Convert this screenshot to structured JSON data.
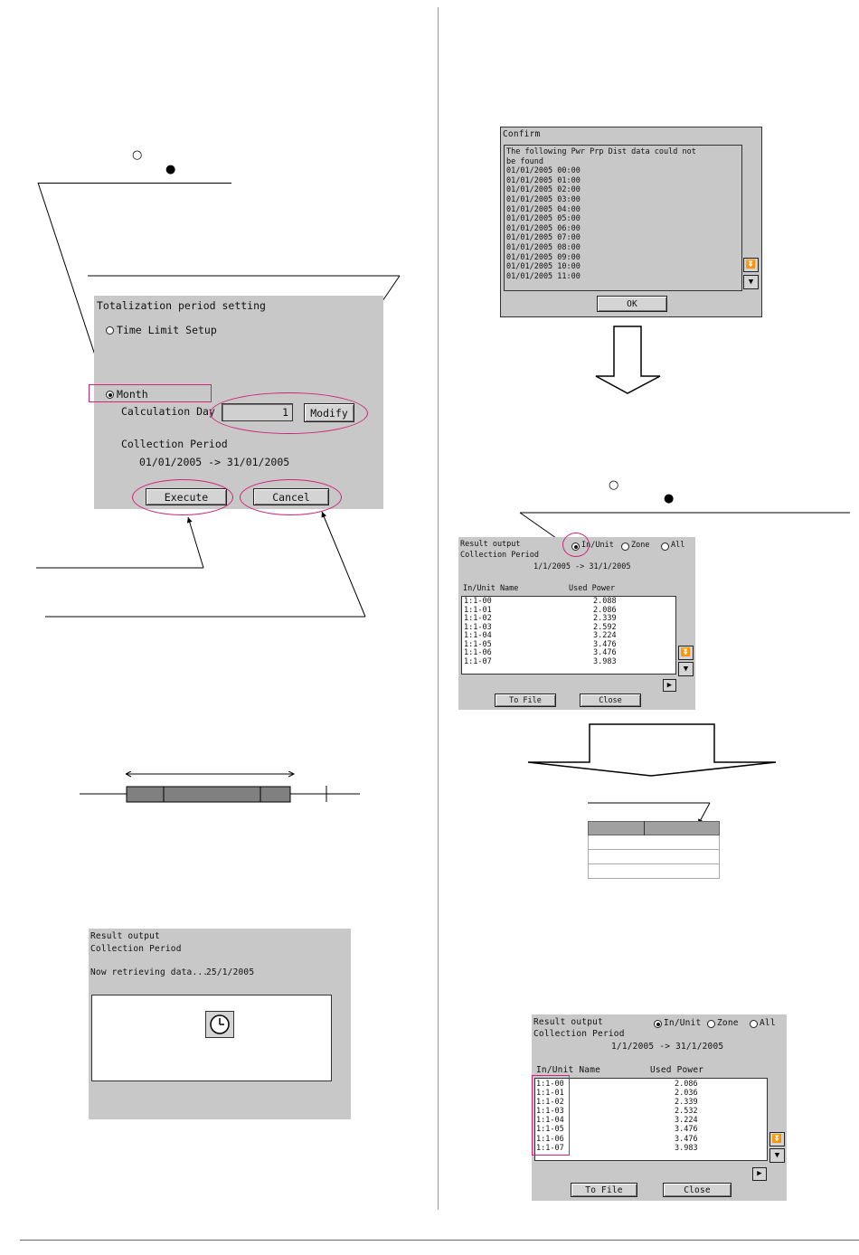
{
  "top_legend": {
    "radio_off": "○",
    "radio_on": "●"
  },
  "totalization": {
    "title": "Totalization period setting",
    "time_limit_label": "Time Limit Setup",
    "month_label": "Month",
    "calc_day_label": "Calculation Day",
    "calc_day_value": "1",
    "modify_label": "Modify",
    "collection_label": "Collection Period",
    "collection_range": "01/01/2005 -> 31/01/2005",
    "execute_label": "Execute",
    "cancel_label": "Cancel"
  },
  "retrieving": {
    "result_output": "Result output",
    "collection_label": "Collection Period",
    "status": "Now retrieving data...",
    "date": "25/1/2005"
  },
  "confirm": {
    "title": "Confirm",
    "message_line1": "The following Pwr Prp Dist data could not",
    "message_line2": "be found",
    "dates": [
      "01/01/2005 00:00",
      "01/01/2005 01:00",
      "01/01/2005 02:00",
      "01/01/2005 03:00",
      "01/01/2005 04:00",
      "01/01/2005 05:00",
      "01/01/2005 06:00",
      "01/01/2005 07:00",
      "01/01/2005 08:00",
      "01/01/2005 09:00",
      "01/01/2005 10:00",
      "01/01/2005 11:00"
    ],
    "ok_label": "OK"
  },
  "result1": {
    "result_output": "Result output",
    "collection_label": "Collection Period",
    "range": "1/1/2005 -> 31/1/2005",
    "radio_in_unit": "In/Unit",
    "radio_zone": "Zone",
    "radio_all": "All",
    "col_name": "In/Unit Name",
    "col_power": "Used Power",
    "rows": [
      {
        "name": "1:1-00",
        "power": "2.088"
      },
      {
        "name": "1:1-01",
        "power": "2.086"
      },
      {
        "name": "1:1-02",
        "power": "2.339"
      },
      {
        "name": "1:1-03",
        "power": "2.592"
      },
      {
        "name": "1:1-04",
        "power": "3.224"
      },
      {
        "name": "1:1-05",
        "power": "3.476"
      },
      {
        "name": "1:1-06",
        "power": "3.476"
      },
      {
        "name": "1:1-07",
        "power": "3.983"
      }
    ],
    "to_file": "To File",
    "close": "Close"
  },
  "result2": {
    "result_output": "Result output",
    "collection_label": "Collection Period",
    "range": "1/1/2005 -> 31/1/2005",
    "radio_in_unit": "In/Unit",
    "radio_zone": "Zone",
    "radio_all": "All",
    "col_name": "In/Unit Name",
    "col_power": "Used Power",
    "rows": [
      {
        "name": "1:1-00",
        "power": "2.086"
      },
      {
        "name": "1:1-01",
        "power": "2.036"
      },
      {
        "name": "1:1-02",
        "power": "2.339"
      },
      {
        "name": "1:1-03",
        "power": "2.532"
      },
      {
        "name": "1:1-04",
        "power": "3.224"
      },
      {
        "name": "1:1-05",
        "power": "3.476"
      },
      {
        "name": "1:1-06",
        "power": "3.476"
      },
      {
        "name": "1:1-07",
        "power": "3.983"
      }
    ],
    "to_file": "To File",
    "close": "Close"
  },
  "icons": {
    "scroll_bottom": "double-down-arrow-icon",
    "scroll_down": "down-arrow-icon",
    "scroll_right": "right-arrow-icon",
    "clock": "clock-icon"
  },
  "colors": {
    "panel": "#c8c8c8",
    "highlight": "#d0237a",
    "bar": "#808080"
  }
}
